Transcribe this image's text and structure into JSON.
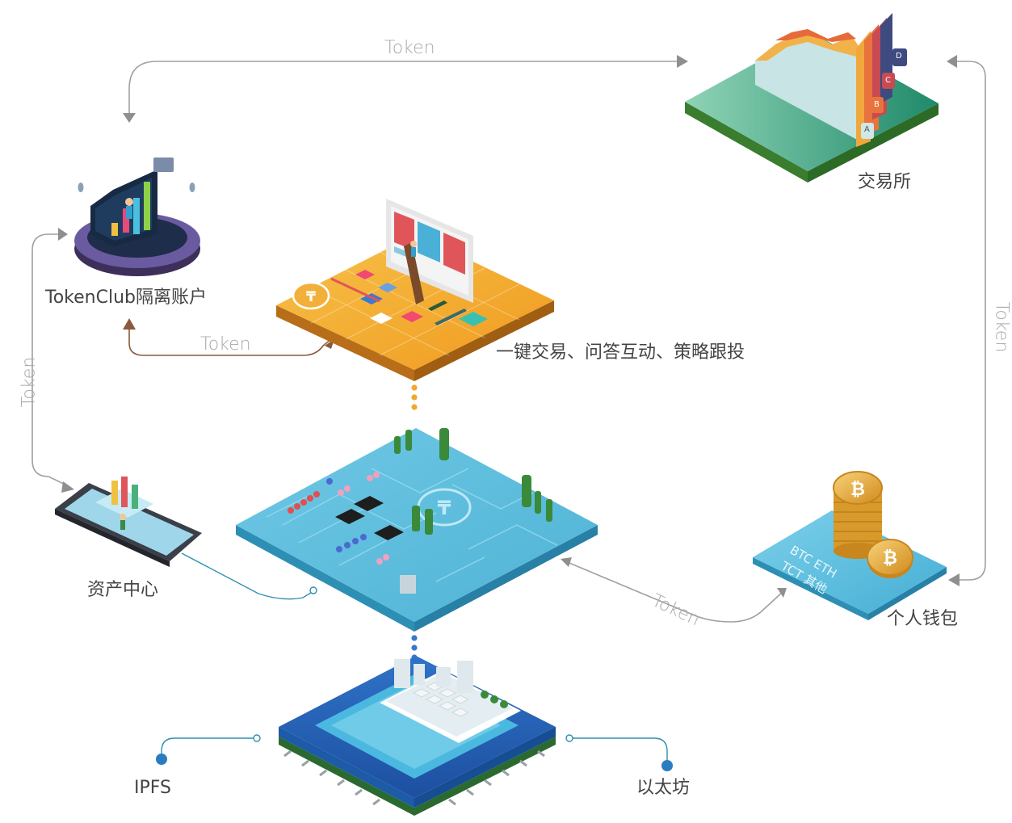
{
  "token_label": "Token",
  "nodes": {
    "exchange": {
      "label": "交易所"
    },
    "account": {
      "label": "TokenClub隔离账户"
    },
    "trading": {
      "label": "一键交易、问答互动、策略跟投"
    },
    "asset_center": {
      "label": "资产中心"
    },
    "wallet": {
      "label": "个人钱包",
      "card_line1": "BTC ETH",
      "card_line2": "TCT 其他"
    },
    "ipfs": {
      "label": "IPFS"
    },
    "ethereum": {
      "label": "以太坊"
    }
  },
  "exchange_tabs": [
    "A",
    "B",
    "C",
    "D"
  ],
  "colors": {
    "token_line": "#9a9a9a",
    "token_line_brown": "#8a5a3c",
    "teal_line": "#2f8fb0",
    "dot_orange": "#f0a830",
    "dot_blue": "#3a78c8",
    "chip_blue": "#6cc3df",
    "platform_orange": "#f4a62a",
    "exchange_green": "#2e9b73"
  },
  "icons": [
    "bitcoin-icon",
    "tokenclub-logo-icon"
  ]
}
